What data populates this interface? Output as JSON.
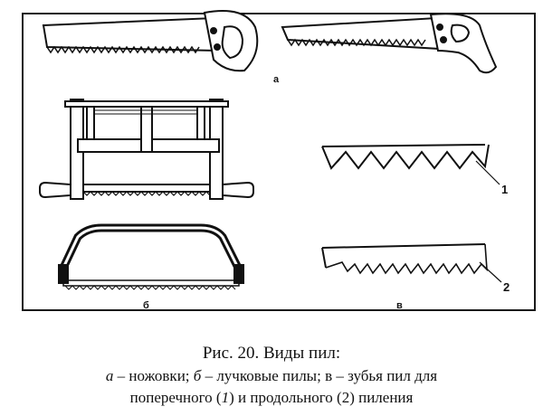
{
  "figure": {
    "panel_labels": {
      "a": "а",
      "b": "б",
      "v": "в"
    },
    "callouts": {
      "one": "1",
      "two": "2"
    }
  },
  "caption": {
    "title": "Рис. 20. Виды пил:",
    "line1": {
      "a_letter": "а",
      "a_text": " – ножовки; ",
      "b_letter": "б",
      "b_text": " – лучковые пилы; в – зубья пил для"
    },
    "line2": {
      "pre": "поперечного (",
      "num1": "1",
      "mid": ") и продольного (2) пиления"
    }
  }
}
